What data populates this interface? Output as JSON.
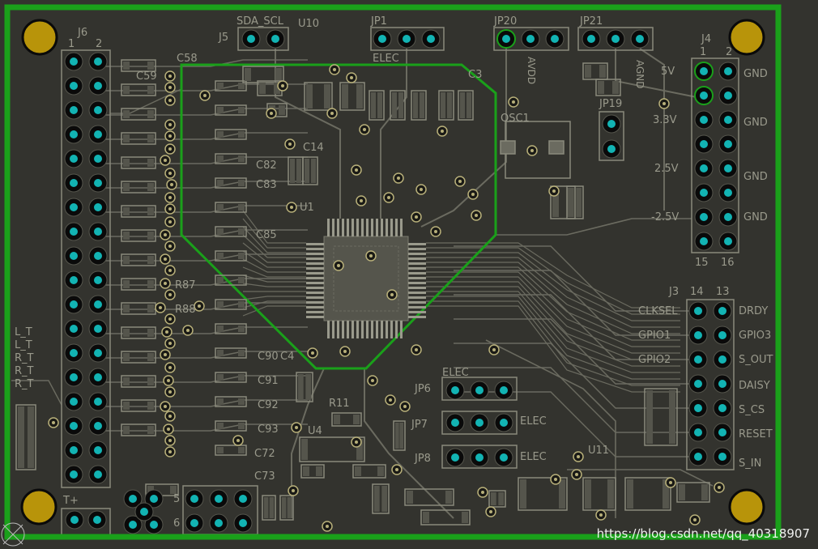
{
  "board": {
    "colors": {
      "background": "#33332e",
      "outline": "#1aa01a",
      "keepout": "#1aa01a",
      "trace": "#6b6b60",
      "silk": "#9a9a8c",
      "pad_ring": "#0a0a0a",
      "pad_center": "#12b3b3",
      "mount_hole": "#b8940a",
      "via": "#b8b07a",
      "component": "#8a8a7c"
    }
  },
  "labels": {
    "sda_scl": "SDA_SCL",
    "u10": "U10",
    "jp1": "JP1",
    "jp20": "JP20",
    "jp21": "JP21",
    "j5": "J5",
    "j6": "J6",
    "j6_pin1": "1",
    "j6_pin2": "2",
    "j4": "J4",
    "j4_pin1": "1",
    "j4_pin2": "2",
    "j4_pin15": "15",
    "j4_pin16": "16",
    "elec_top": "ELEC",
    "avdd": "AVDD",
    "agnd": "AGND",
    "v5": "5V",
    "v33": "3.3V",
    "v25": "2.5V",
    "vm25": "-2.5V",
    "gnd1": "GND",
    "gnd2": "GND",
    "gnd3": "GND",
    "gnd4": "GND",
    "jp19": "JP19",
    "osc1": "OSC1",
    "u1": "U1",
    "u4": "U4",
    "u11": "U11",
    "r11": "R11",
    "jp6": "JP6",
    "jp7": "JP7",
    "jp8": "JP8",
    "elec6": "ELEC",
    "elec7": "ELEC",
    "elec8": "ELEC",
    "j3": "J3",
    "j3_pin14": "14",
    "j3_pin13": "13",
    "drdy": "DRDY",
    "gpio3": "GPIO3",
    "s_out": "S_OUT",
    "daisy": "DAISY",
    "s_cs": "S_CS",
    "reset": "RESET",
    "s_in": "S_IN",
    "clksel": "CLKSEL",
    "gpio1": "GPIO1",
    "gpio2": "GPIO2",
    "c58": "C58",
    "c59": "C59",
    "c82": "C82",
    "c83": "C83",
    "c85": "C85",
    "c90": "C90",
    "c91": "C91",
    "c92": "C92",
    "c93": "C93",
    "c72": "C72",
    "c73": "C73",
    "c14": "C14",
    "c4": "C4",
    "c3": "C3",
    "r87": "R87",
    "r88": "R88",
    "left_nets": [
      "L_T",
      "L_T",
      "R_T",
      "R_T",
      "R_T"
    ],
    "pin5": "5",
    "pin6": "6",
    "t_plus": "T+"
  },
  "watermark": "https://blog.csdn.net/qq_40318907"
}
